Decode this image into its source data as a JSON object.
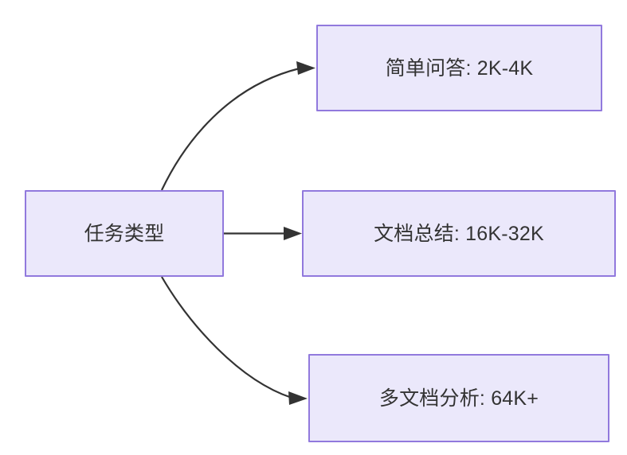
{
  "diagram": {
    "type": "flowchart",
    "direction": "left-to-right",
    "background_color": "#ffffff",
    "node_fill_color": "#ebe8fb",
    "node_border_color": "#9179dd",
    "node_text_color": "#333333",
    "edge_color": "#333333",
    "nodes": [
      {
        "id": "root",
        "label": "任务类型",
        "role": "source"
      },
      {
        "id": "simple-qa",
        "label": "简单问答: 2K-4K",
        "role": "target"
      },
      {
        "id": "doc-summary",
        "label": "文档总结: 16K-32K",
        "role": "target"
      },
      {
        "id": "multi-doc",
        "label": "多文档分析: 64K+",
        "role": "target"
      }
    ],
    "edges": [
      {
        "id": "edge-root-to-simple-qa",
        "from": "root",
        "to": "simple-qa",
        "style": "curved",
        "label": "",
        "arrowhead": "filled-triangle"
      },
      {
        "id": "edge-root-to-doc-summary",
        "from": "root",
        "to": "doc-summary",
        "style": "straight",
        "label": "",
        "arrowhead": "filled-triangle"
      },
      {
        "id": "edge-root-to-multi-doc",
        "from": "root",
        "to": "multi-doc",
        "style": "curved",
        "label": "",
        "arrowhead": "filled-triangle"
      }
    ]
  }
}
